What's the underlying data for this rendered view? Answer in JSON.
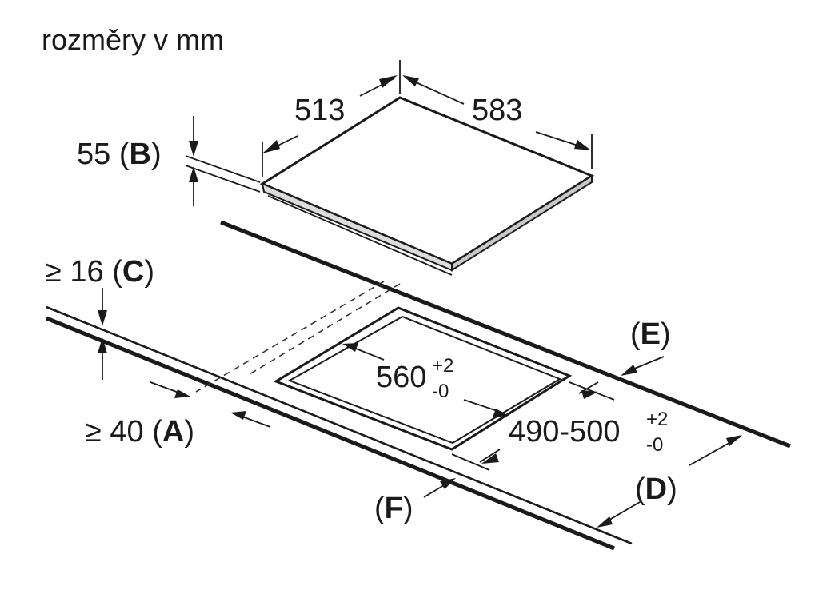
{
  "title": "rozměry v mm",
  "dimensions": {
    "hob_depth": "513",
    "hob_width": "583",
    "hob_height": "55",
    "cutout_width": "560",
    "cutout_width_tol_plus": "+2",
    "cutout_width_tol_minus": "-0",
    "cutout_depth": "490-500",
    "cutout_depth_tol_plus": "+2",
    "cutout_depth_tol_minus": "-0",
    "worktop_thickness": "≥ 16",
    "front_distance": "≥ 40"
  },
  "markers": {
    "A": "A",
    "B": "B",
    "C": "C",
    "D": "D",
    "E": "E",
    "F": "F",
    "open": "(",
    "close": ")"
  }
}
